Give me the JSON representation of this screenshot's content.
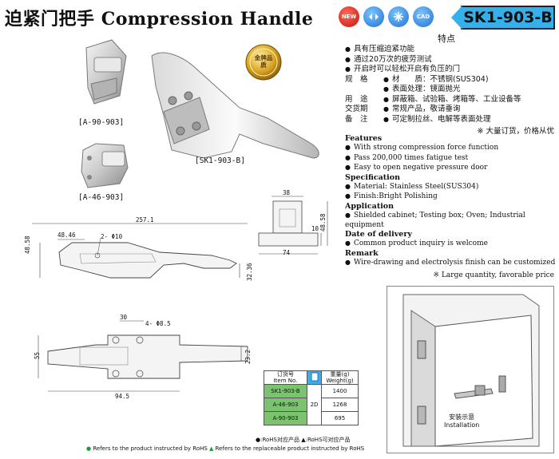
{
  "header": {
    "title_zh": "迫紧门把手",
    "title_en": "Compression  Handle",
    "model": "SK1-903-B",
    "badges": [
      {
        "label": "NEW",
        "icon": "new-icon"
      },
      {
        "label": "",
        "icon": "arrows-icon"
      },
      {
        "label": "",
        "icon": "snowflake-icon"
      },
      {
        "label": "CAD",
        "icon": "cad-icon"
      }
    ]
  },
  "gold_seal": "金牌品质",
  "product_labels": {
    "a90": "[A-90-903]",
    "a46": "[A-46-903]",
    "main": "[SK1-903-B]"
  },
  "features_zh": {
    "title": "特点",
    "bullets": [
      "具有压缩迫紧功能",
      "通过20万次的疲劳测试",
      "开启时可以轻松开启有负压的门"
    ],
    "specs": [
      {
        "label": "规　格",
        "lines": [
          "材　　质：不锈钢(SUS304)",
          "表面处理：镜面抛光"
        ]
      },
      {
        "label": "用　途",
        "lines": [
          "屏蔽箱、试验箱、烤箱等、工业设备等"
        ]
      },
      {
        "label": "交货期",
        "lines": [
          "常规产品，敬请垂询"
        ]
      },
      {
        "label": "备　注",
        "lines": [
          "可定制拉丝、电解等表面处理"
        ]
      }
    ],
    "footnote": "※ 大量订货，价格从优"
  },
  "features_en": {
    "features_title": "Features",
    "features": [
      "With strong compression force function",
      "Pass 200,000 times fatigue test",
      "Easy to open negative pressure door"
    ],
    "specification_title": "Specification",
    "specification": [
      "Material: Stainless Steel(SUS304)",
      "Finish:Bright Polishing"
    ],
    "application_title": "Application",
    "application": "Shielded cabinet; Testing box; Oven; Industrial equipment",
    "delivery_title": "Date of delivery",
    "delivery": "Common product inquiry is welcome",
    "remark_title": "Remark",
    "remark": "Wire-drawing and electrolysis finish can be customized",
    "footnote": "※ Large quantity, favorable price"
  },
  "dimensions": {
    "overall_length": "257.1",
    "offset": "48.46",
    "hole": "2- Φ10",
    "height_left": "48.58",
    "height_right": "32.36",
    "side_width": "38",
    "side_height": "48.58",
    "side_step": "10",
    "side_base": "74",
    "top_spacing": "30",
    "top_holes": "4- Φ8.5",
    "top_height": "55",
    "top_offset": "94.5",
    "top_right": "23.2"
  },
  "parts_table": {
    "headers": [
      "订货号\nItem No.",
      "",
      "重量(g)\nWeight(g)"
    ],
    "rows": [
      {
        "code": "SK1-903-B",
        "weight": "1400"
      },
      {
        "code": "A-46-903",
        "weight": "1268"
      },
      {
        "code": "A-90-903",
        "weight": "695"
      }
    ],
    "standard": "2D"
  },
  "legend": {
    "rohs_zh": "●:RoHS对应产品  ▲:RoHS可对应产品",
    "rohs_en1": "Refers to the product instructed by RoHS",
    "rohs_en2": "Refers to the replaceable product instructed by RoHS"
  },
  "installation": {
    "label_zh": "安装示意",
    "label_en": "Installation"
  }
}
